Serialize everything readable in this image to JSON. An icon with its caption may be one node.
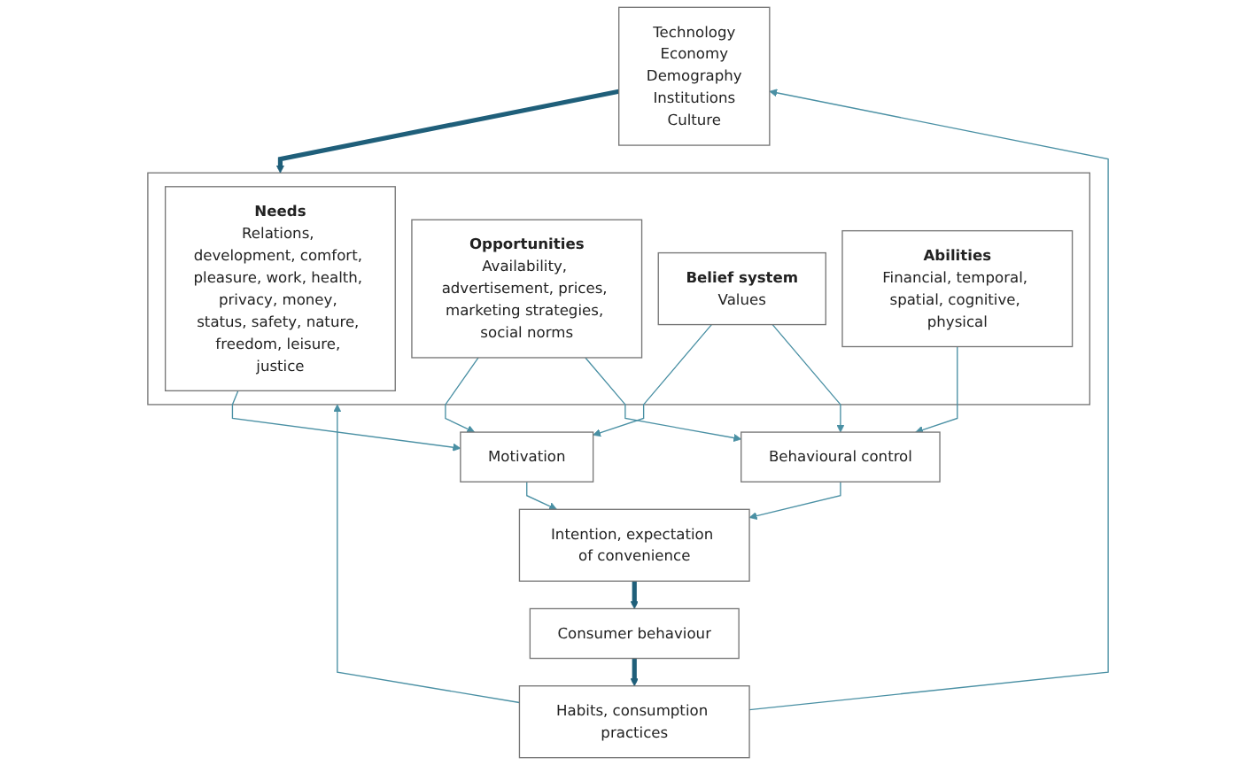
{
  "diagram": {
    "nodes": [
      {
        "text": [
          "Technology",
          "Economy",
          "Demography",
          "Institutions",
          "Culture"
        ]
      },
      {
        "text": [],
        "shape": "box"
      },
      {
        "text": [
          "Needs",
          "Relations, development, comfort, pleasure, work, health, privacy, money, status, safety, nature, freedom, leisure, justice"
        ],
        "in": 1
      },
      {
        "text": [
          "Opportunities",
          "Availability, advertisement, prices, marketing strategies, social norms"
        ],
        "in": 1
      },
      {
        "text": [
          "Belief system",
          "Values"
        ],
        "in": 1
      },
      {
        "text": [
          "Abilities",
          "Financial, temporal, spatial, cognitive, physical"
        ],
        "in": 1
      },
      {
        "text": [
          "Motivation"
        ]
      },
      {
        "text": [
          "Behavioural control"
        ]
      },
      {
        "text": [
          "Intention, expectation of convenience"
        ]
      },
      {
        "text": [
          "Consumer behaviour"
        ]
      },
      {
        "text": [
          "Habits, consumption practices"
        ]
      }
    ],
    "edges": [
      {
        "from": 0,
        "to": 1,
        "arrow": "to",
        "style": "thick",
        "color": "#1f5f7a"
      },
      {
        "from": 2,
        "to": 6,
        "arrow": "to"
      },
      {
        "from": 3,
        "to": 6,
        "arrow": "to"
      },
      {
        "from": 4,
        "to": 6,
        "arrow": "to"
      },
      {
        "from": 3,
        "to": 7,
        "arrow": "to"
      },
      {
        "from": 4,
        "to": 7,
        "arrow": "to"
      },
      {
        "from": 5,
        "to": 7,
        "arrow": "to"
      },
      {
        "from": 6,
        "to": 8,
        "arrow": "to"
      },
      {
        "from": 7,
        "to": 8,
        "arrow": "to"
      },
      {
        "from": 8,
        "to": 9,
        "arrow": "to",
        "style": "thick",
        "color": "#1f5f7a"
      },
      {
        "from": 9,
        "to": 10,
        "arrow": "to",
        "style": "thick",
        "color": "#1f5f7a"
      },
      {
        "from": 10,
        "to": 0,
        "arrow": "to"
      },
      {
        "from": 10,
        "to": 1,
        "arrow": "to"
      }
    ]
  }
}
